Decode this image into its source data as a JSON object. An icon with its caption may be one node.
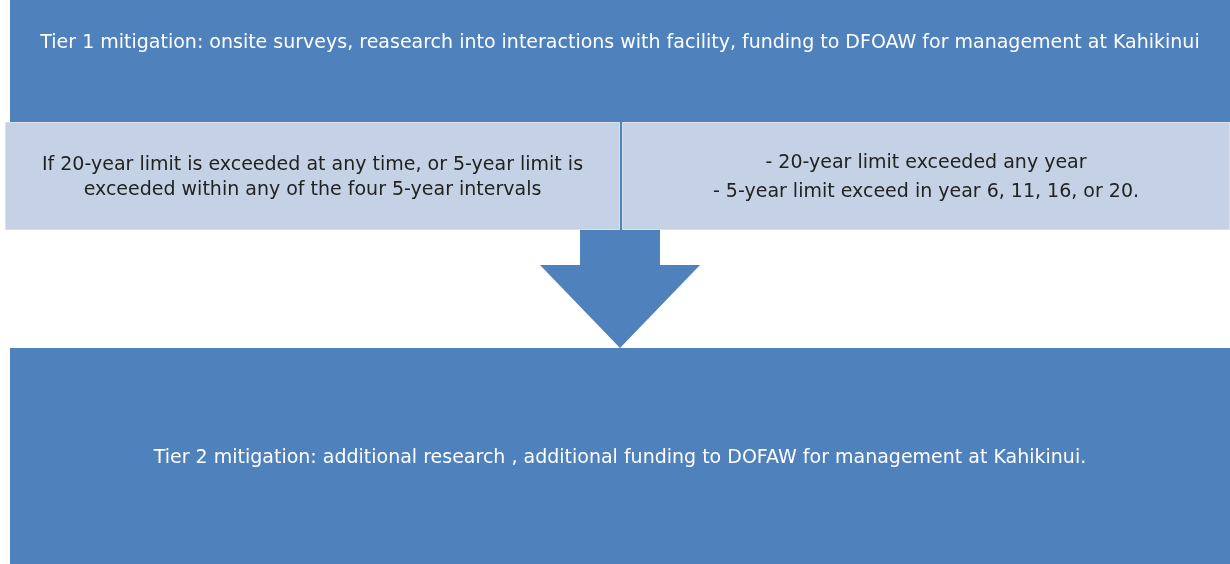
{
  "diagram": {
    "nodes": [
      {
        "text": [
          "Tier 1 mitigation: onsite surveys, reasearch into interactions with facility, funding to DFOAW for management at Kahikinui"
        ]
      },
      {
        "text": [
          "If 20-year limit is exceeded at any time, or 5-year limit is exceeded within any of the four 5-year intervals"
        ]
      },
      {
        "text": [
          "- 20-year limit exceeded any year",
          "- 5-year limit exceed in year 6, 11, 16, or 20."
        ]
      },
      {
        "text": [
          "Tier 2 mitigation: additional research , additional funding to DOFAW for management at Kahikinui."
        ]
      }
    ],
    "edges": [
      {
        "from": 0,
        "to": 3,
        "arrow": "to"
      }
    ]
  }
}
